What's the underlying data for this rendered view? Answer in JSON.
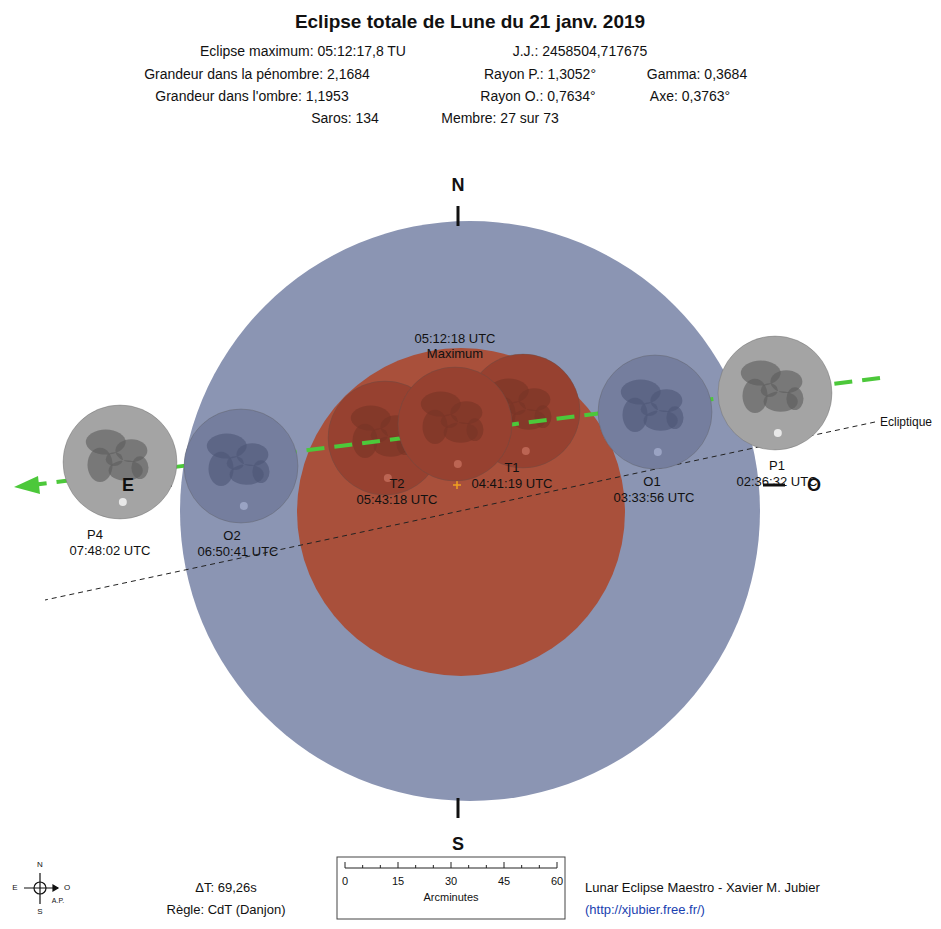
{
  "diagram": {
    "title": "Eclipse totale de Lune du 21 janv. 2019",
    "nodes": [
      {
        "text": [
          "P1",
          "02:36:32 UTC"
        ]
      },
      {
        "text": [
          "O1",
          "03:33:56 UTC"
        ]
      },
      {
        "text": [
          "05:12:18 UTC",
          "Maximum"
        ]
      },
      {
        "text": [
          "O2",
          "06:50:41 UTC"
        ]
      },
      {
        "text": [
          "P4",
          "07:48:02 UTC"
        ]
      }
    ],
    "labels": [
      "Eclipse maximum: 05:12:17,8 TU",
      "J.J.: 2458504,717675",
      "Grandeur dans la pénombre: 2,1684",
      "Rayon P.: 1,3052°",
      "Gamma: 0,3684",
      "Grandeur dans l'ombre: 1,1953",
      "Rayon O.: 0,7634°",
      "Axe: 0,3763°",
      "Saros: 134",
      "Membre: 27 sur 73",
      "N",
      "Ecliptique",
      "E",
      "O",
      "T2",
      "05:43:18 UTC",
      "T1",
      "04:41:19 UTC",
      "S",
      "N",
      "E",
      "O",
      "A.P.",
      "S",
      "ΔT: 69,26s",
      "Règle: CdT (Danjon)",
      "0",
      "15",
      "30",
      "45",
      "60",
      "Arcminutes",
      "Lunar Eclipse Maestro - Xavier M. Jubier",
      "(http://xjubier.free.fr/)"
    ]
  }
}
